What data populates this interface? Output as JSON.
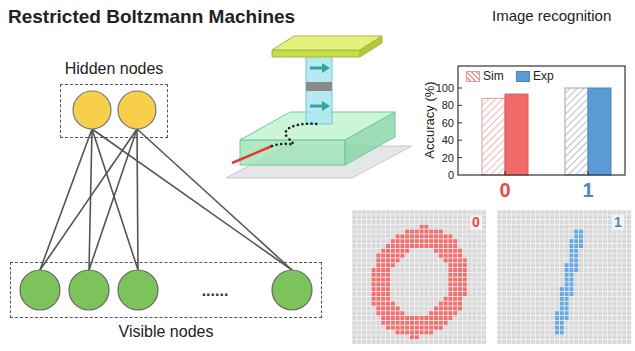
{
  "diagram": {
    "title": "Restricted Boltzmann Machines",
    "nodes": [
      {
        "text": [
          "Hidden nodes"
        ]
      },
      {
        "text": [
          "Visible nodes"
        ]
      }
    ],
    "labels": [
      "Image recognition",
      "Accuracy (%)",
      "100",
      "80",
      "60",
      "40",
      "20",
      "0",
      "0",
      "1",
      "0",
      "1",
      "......"
    ],
    "legend": [
      {
        "text": "Sim"
      },
      {
        "text": "Exp",
        "color": "#5b9bd5"
      }
    ]
  }
}
